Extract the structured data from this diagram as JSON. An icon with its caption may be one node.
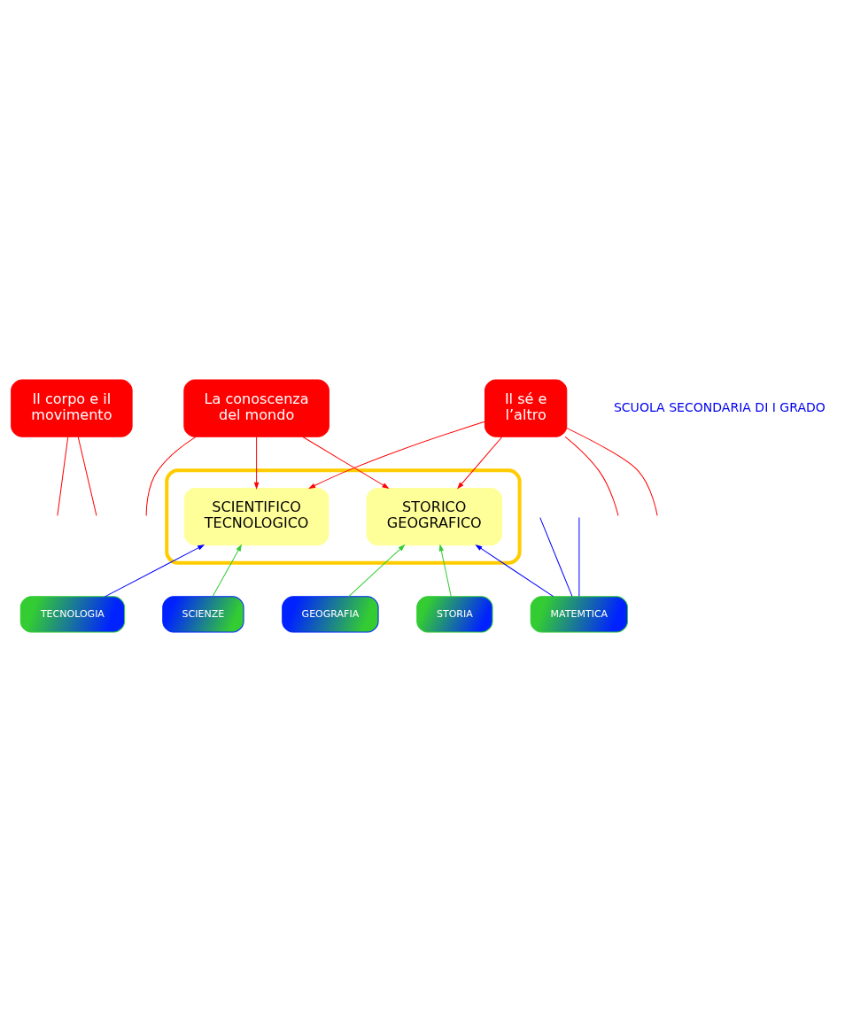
{
  "diagram": {
    "nodes": [
      {
        "text": [
          "Il corpo e il movimento"
        ]
      },
      {
        "text": [
          "La conoscenza del mondo"
        ]
      },
      {
        "text": [
          "Il sé e l’altro"
        ]
      },
      {
        "text": [],
        "shape": "box"
      },
      {
        "text": [
          "SCIENTIFICO TECNOLOGICO"
        ],
        "in": 3
      },
      {
        "text": [
          "STORICO GEOGRAFICO"
        ],
        "in": 3
      },
      {
        "text": [
          "MATEMTICA"
        ]
      },
      {
        "text": [
          "GEOGRAFIA"
        ]
      },
      {
        "text": [
          "TECNOLOGIA"
        ]
      },
      {
        "text": [
          "SCIENZE"
        ]
      },
      {
        "text": [
          "STORIA"
        ]
      }
    ],
    "edges": [
      {
        "from": 0,
        "to": null,
        "arrow": "none"
      },
      {
        "from": 0,
        "to": null,
        "arrow": "none"
      },
      {
        "from": 1,
        "to": null,
        "arrow": "none"
      },
      {
        "from": 1,
        "to": 4,
        "arrow": "to"
      },
      {
        "from": 1,
        "to": 5,
        "arrow": "to"
      },
      {
        "from": 2,
        "to": null,
        "arrow": "none"
      },
      {
        "from": 2,
        "to": null,
        "arrow": "none"
      },
      {
        "from": 2,
        "to": 4,
        "arrow": "to"
      },
      {
        "from": 2,
        "to": 5,
        "arrow": "to"
      },
      {
        "from": null,
        "to": 6,
        "arrow": "none",
        "color": "#0000ff"
      },
      {
        "from": 6,
        "to": 5,
        "arrow": "to",
        "color": "#0000ff"
      },
      {
        "from": null,
        "to": 6,
        "arrow": "none",
        "color": "#0000ff"
      },
      {
        "from": 8,
        "to": 4,
        "arrow": "to",
        "color": "#0000ff"
      },
      {
        "from": 9,
        "to": 4,
        "arrow": "to",
        "color": "#33cc33"
      },
      {
        "from": 7,
        "to": 5,
        "arrow": "to",
        "color": "#33cc33"
      },
      {
        "from": 10,
        "to": 5,
        "arrow": "to",
        "color": "#33cc33"
      }
    ],
    "labels": [
      "SCUOLA SECONDARIA DI I GRADO"
    ]
  }
}
